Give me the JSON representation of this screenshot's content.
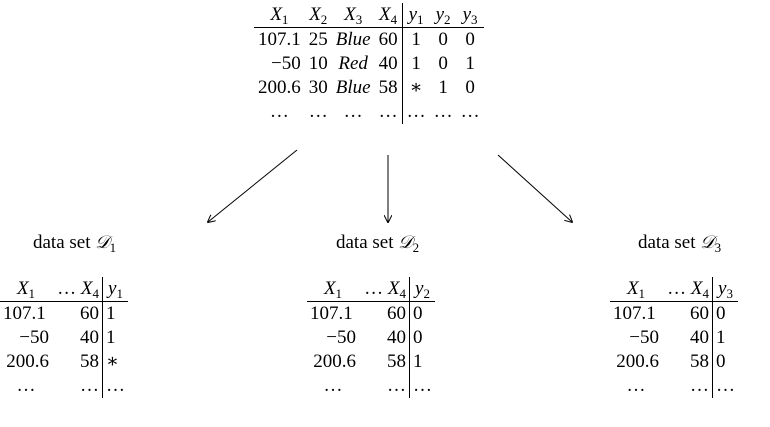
{
  "main_table": {
    "headers": [
      {
        "base": "X",
        "sub": "1"
      },
      {
        "base": "X",
        "sub": "2"
      },
      {
        "base": "X",
        "sub": "3"
      },
      {
        "base": "X",
        "sub": "4"
      },
      {
        "base": "y",
        "sub": "1"
      },
      {
        "base": "y",
        "sub": "2"
      },
      {
        "base": "y",
        "sub": "3"
      }
    ],
    "rows": [
      [
        "107.1",
        "25",
        "Blue",
        "60",
        "1",
        "0",
        "0"
      ],
      [
        "−50",
        "10",
        "Red",
        "40",
        "1",
        "0",
        "1"
      ],
      [
        "200.6",
        "30",
        "Blue",
        "58",
        "∗",
        "1",
        "0"
      ],
      [
        "…",
        "…",
        "…",
        "…",
        "…",
        "…",
        "…"
      ]
    ]
  },
  "datasets": [
    {
      "title": "data set",
      "symbol": "𝒟",
      "index": "1",
      "headers": [
        {
          "base": "X",
          "sub": "1"
        },
        {
          "base": "",
          "sub": "",
          "dots": "…"
        },
        {
          "base": "X",
          "sub": "4"
        },
        {
          "base": "y",
          "sub": "1"
        }
      ],
      "rows": [
        [
          "107.1",
          "60",
          "1"
        ],
        [
          "−50",
          "40",
          "1"
        ],
        [
          "200.6",
          "58",
          "∗"
        ],
        [
          "…",
          "…",
          "…"
        ]
      ]
    },
    {
      "title": "data set",
      "symbol": "𝒟",
      "index": "2",
      "headers": [
        {
          "base": "X",
          "sub": "1"
        },
        {
          "base": "",
          "sub": "",
          "dots": "…"
        },
        {
          "base": "X",
          "sub": "4"
        },
        {
          "base": "y",
          "sub": "2"
        }
      ],
      "rows": [
        [
          "107.1",
          "60",
          "0"
        ],
        [
          "−50",
          "40",
          "0"
        ],
        [
          "200.6",
          "58",
          "1"
        ],
        [
          "…",
          "…",
          "…"
        ]
      ]
    },
    {
      "title": "data set",
      "symbol": "𝒟",
      "index": "3",
      "headers": [
        {
          "base": "X",
          "sub": "1"
        },
        {
          "base": "",
          "sub": "",
          "dots": "…"
        },
        {
          "base": "X",
          "sub": "4"
        },
        {
          "base": "y",
          "sub": "3"
        }
      ],
      "rows": [
        [
          "107.1",
          "60",
          "0"
        ],
        [
          "−50",
          "40",
          "1"
        ],
        [
          "200.6",
          "58",
          "0"
        ],
        [
          "…",
          "…",
          "…"
        ]
      ]
    }
  ]
}
